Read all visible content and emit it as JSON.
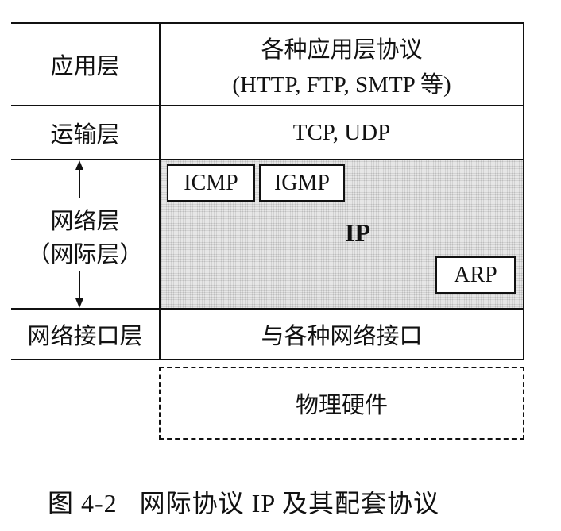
{
  "layers": {
    "application": "应用层",
    "transport": "运输层",
    "network": "网络层",
    "network_alt": "（网际层）",
    "interface": "网络接口层"
  },
  "cells": {
    "application_line1": "各种应用层协议",
    "application_line2": "(HTTP, FTP, SMTP 等)",
    "transport": "TCP, UDP",
    "ip": "IP",
    "icmp": "ICMP",
    "igmp": "IGMP",
    "arp": "ARP",
    "interface": "与各种网络接口",
    "hardware": "物理硬件"
  },
  "caption": {
    "number": "图 4-2",
    "text": "网际协议 IP 及其配套协议"
  }
}
